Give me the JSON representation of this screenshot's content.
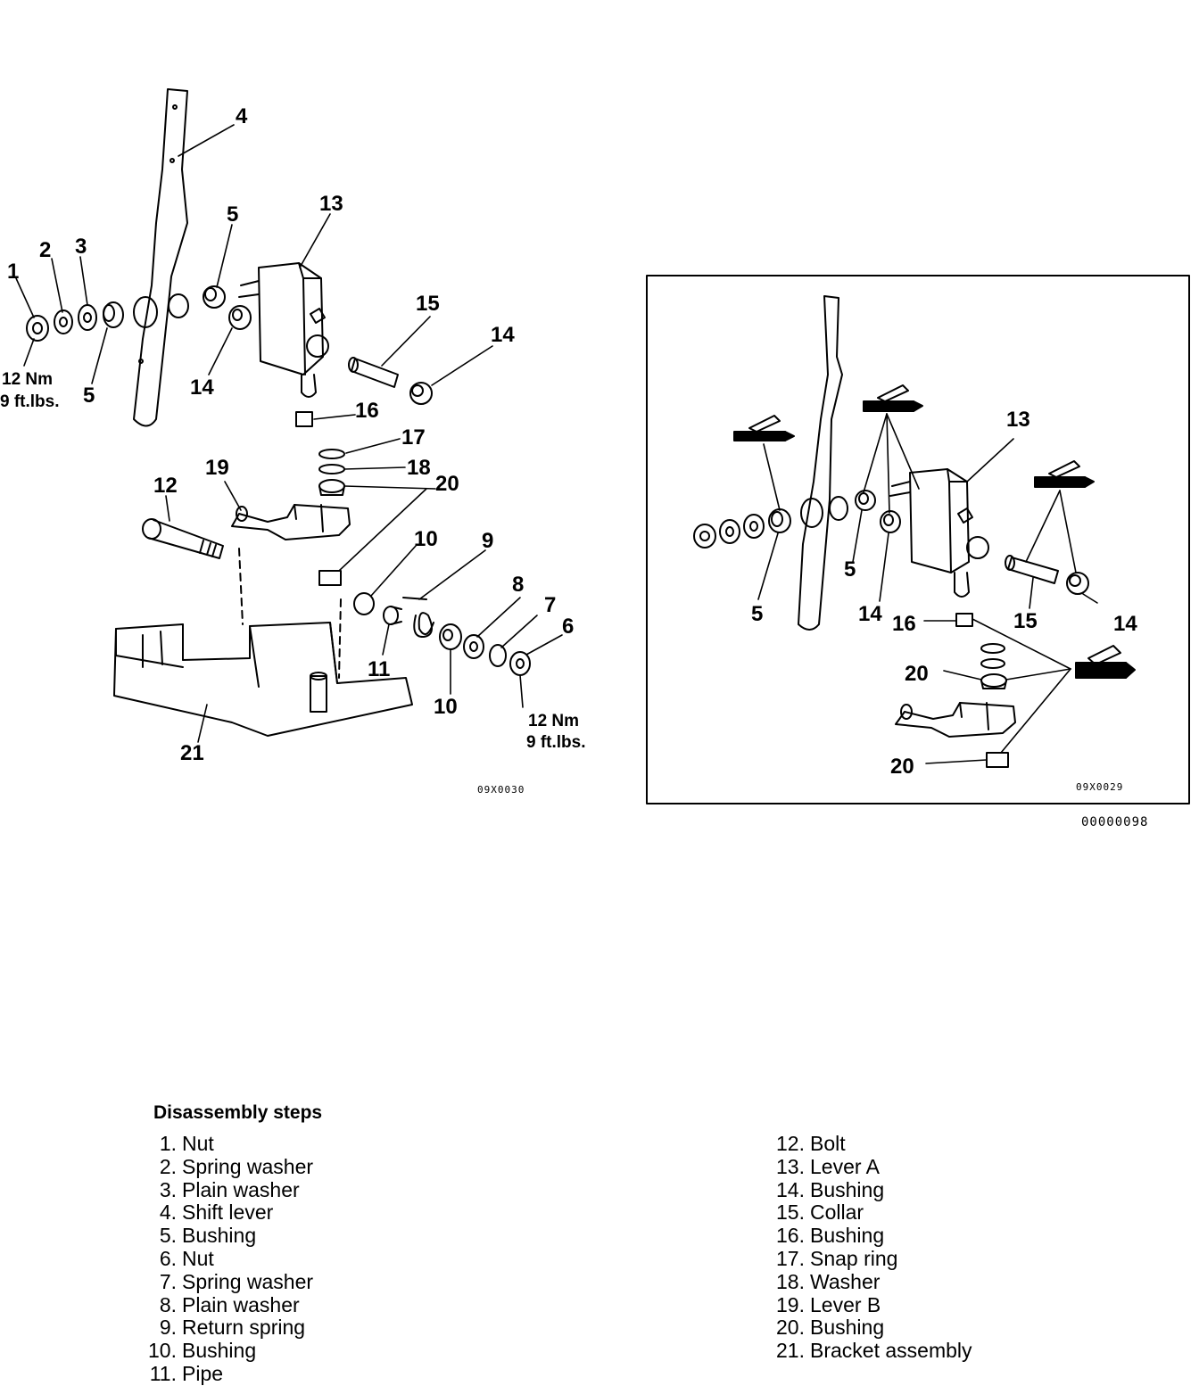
{
  "figure": {
    "left_code": "09X0030",
    "right_code": "09X0029",
    "figure_id": "00000098",
    "torque_left": [
      "12 Nm",
      "9 ft.lbs."
    ],
    "torque_right": [
      "12 Nm",
      "9 ft.lbs."
    ]
  },
  "callouts": {
    "n1": "1",
    "n2": "2",
    "n3": "3",
    "n4": "4",
    "n5": "5",
    "n6": "6",
    "n7": "7",
    "n8": "8",
    "n9": "9",
    "n10": "10",
    "n11": "11",
    "n12": "12",
    "n13": "13",
    "n14": "14",
    "n15": "15",
    "n16": "16",
    "n17": "17",
    "n18": "18",
    "n19": "19",
    "n20": "20",
    "n21": "21"
  },
  "disassembly": {
    "title": "Disassembly steps",
    "steps_left": [
      {
        "num": "1.",
        "label": "Nut"
      },
      {
        "num": "2.",
        "label": "Spring washer"
      },
      {
        "num": "3.",
        "label": "Plain washer"
      },
      {
        "num": "4.",
        "label": "Shift lever"
      },
      {
        "num": "5.",
        "label": "Bushing"
      },
      {
        "num": "6.",
        "label": "Nut"
      },
      {
        "num": "7.",
        "label": "Spring washer"
      },
      {
        "num": "8.",
        "label": "Plain washer"
      },
      {
        "num": "9.",
        "label": "Return spring"
      },
      {
        "num": "10.",
        "label": "Bushing"
      },
      {
        "num": "11.",
        "label": "Pipe"
      }
    ],
    "steps_right": [
      {
        "num": "12.",
        "label": "Bolt"
      },
      {
        "num": "13.",
        "label": "Lever A"
      },
      {
        "num": "14.",
        "label": "Bushing"
      },
      {
        "num": "15.",
        "label": "Collar"
      },
      {
        "num": "16.",
        "label": "Bushing"
      },
      {
        "num": "17.",
        "label": "Snap ring"
      },
      {
        "num": "18.",
        "label": "Washer"
      },
      {
        "num": "19.",
        "label": "Lever B"
      },
      {
        "num": "20.",
        "label": "Bushing"
      },
      {
        "num": "21.",
        "label": "Bracket assembly"
      }
    ]
  }
}
